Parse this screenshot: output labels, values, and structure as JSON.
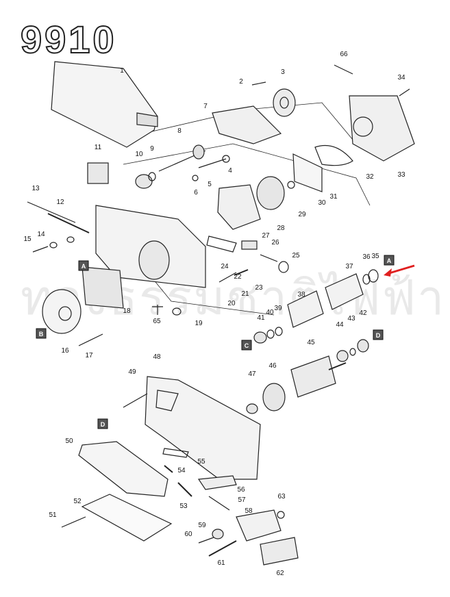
{
  "model": "9910",
  "watermark": "ทองธรรมชาติไฟฟ้า",
  "accent_color": "#e02020",
  "part_numbers": [
    "1",
    "2",
    "3",
    "4",
    "5",
    "6",
    "7",
    "8",
    "9",
    "10",
    "11",
    "12",
    "13",
    "14",
    "15",
    "16",
    "17",
    "18",
    "19",
    "20",
    "21",
    "22",
    "23",
    "24",
    "25",
    "26",
    "27",
    "28",
    "29",
    "30",
    "31",
    "32",
    "33",
    "34",
    "35",
    "36",
    "37",
    "38",
    "39",
    "40",
    "41",
    "42",
    "43",
    "44",
    "45",
    "46",
    "47",
    "48",
    "49",
    "50",
    "51",
    "52",
    "53",
    "54",
    "55",
    "56",
    "57",
    "58",
    "59",
    "60",
    "61",
    "62",
    "63",
    "65",
    "66"
  ],
  "reference_markers": [
    "A",
    "B",
    "C",
    "D"
  ]
}
